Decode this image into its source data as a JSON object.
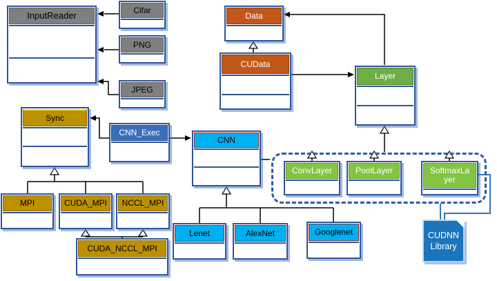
{
  "classes": {
    "input_reader": {
      "label": "InputReader",
      "header_color": "#7F7F7F",
      "text_color": "#000000"
    },
    "cifar": {
      "label": "Cifar",
      "header_color": "#7F7F7F",
      "text_color": "#000000"
    },
    "png": {
      "label": "PNG",
      "header_color": "#7F7F7F",
      "text_color": "#000000"
    },
    "jpeg": {
      "label": "JPEG",
      "header_color": "#7F7F7F",
      "text_color": "#000000"
    },
    "data": {
      "label": "Data",
      "header_color": "#C2571A",
      "text_color": "#ffffff"
    },
    "cudata": {
      "label": "CUData",
      "header_color": "#C2571A",
      "text_color": "#ffffff"
    },
    "layer": {
      "label": "Layer",
      "header_color": "#6FAD46",
      "text_color": "#ffffff"
    },
    "sync": {
      "label": "Sync",
      "header_color": "#BD9000",
      "text_color": "#000000"
    },
    "cnn_exec": {
      "label": "CNN_Exec",
      "header_color": "#3A6FB8",
      "text_color": "#ffffff"
    },
    "cnn": {
      "label": "CNN",
      "header_color": "#00B0F0",
      "text_color": "#000000"
    },
    "convlayer": {
      "label": "ConvLayer",
      "header_color": "#84C441",
      "text_color": "#ffffff"
    },
    "poollayer": {
      "label": "PoolLayer",
      "header_color": "#84C441",
      "text_color": "#ffffff"
    },
    "softmaxlayer": {
      "label": "SoftmaxLayer",
      "header_color": "#84C441",
      "text_color": "#ffffff"
    },
    "mpi": {
      "label": "MPI",
      "header_color": "#BD9000",
      "text_color": "#000000"
    },
    "cuda_mpi": {
      "label": "CUDA_MPI",
      "header_color": "#BD9000",
      "text_color": "#000000"
    },
    "nccl_mpi": {
      "label": "NCCL_MPI",
      "header_color": "#BD9000",
      "text_color": "#000000"
    },
    "cuda_nccl_mpi": {
      "label": "CUDA_NCCL_MPI",
      "header_color": "#BD9000",
      "text_color": "#000000"
    },
    "lenet": {
      "label": "Lenet",
      "header_color": "#00B0F0",
      "text_color": "#000000"
    },
    "alexnet": {
      "label": "AlexNet",
      "header_color": "#00B0F0",
      "text_color": "#000000"
    },
    "googlenet": {
      "label": "Googlenet",
      "header_color": "#00B0F0",
      "text_color": "#000000"
    },
    "cudnn_library": {
      "label": "CUDNN Library",
      "header_color": "#1B75BC",
      "text_color": "#ffffff"
    }
  },
  "layer_group": {
    "members": [
      "ConvLayer",
      "PoolLayer",
      "SoftmaxLayer"
    ],
    "border_style": "dashed"
  },
  "relationships": [
    {
      "from": "Cifar",
      "to": "InputReader",
      "type": "association"
    },
    {
      "from": "PNG",
      "to": "InputReader",
      "type": "association"
    },
    {
      "from": "JPEG",
      "to": "InputReader",
      "type": "association"
    },
    {
      "from": "CUData",
      "to": "Data",
      "type": "inheritance"
    },
    {
      "from": "Layer",
      "to": "Data",
      "type": "association"
    },
    {
      "from": "CUData",
      "to": "Layer",
      "type": "association"
    },
    {
      "from": "CNN_Exec",
      "to": "Sync",
      "type": "association"
    },
    {
      "from": "CNN_Exec",
      "to": "CNN",
      "type": "association"
    },
    {
      "from": "CNN",
      "to": "layer_group",
      "type": "association"
    },
    {
      "from": "ConvLayer",
      "to": "Layer",
      "type": "inheritance"
    },
    {
      "from": "PoolLayer",
      "to": "Layer",
      "type": "inheritance"
    },
    {
      "from": "SoftmaxLayer",
      "to": "Layer",
      "type": "inheritance"
    },
    {
      "from": "Lenet",
      "to": "CNN",
      "type": "inheritance"
    },
    {
      "from": "AlexNet",
      "to": "CNN",
      "type": "inheritance"
    },
    {
      "from": "Googlenet",
      "to": "CNN",
      "type": "inheritance"
    },
    {
      "from": "MPI",
      "to": "Sync",
      "type": "inheritance"
    },
    {
      "from": "CUDA_MPI",
      "to": "Sync",
      "type": "inheritance"
    },
    {
      "from": "NCCL_MPI",
      "to": "Sync",
      "type": "inheritance"
    },
    {
      "from": "CUDA_NCCL_MPI",
      "to": "CUDA_MPI",
      "type": "inheritance"
    },
    {
      "from": "CUDA_NCCL_MPI",
      "to": "NCCL_MPI",
      "type": "inheritance"
    },
    {
      "from": "layer_group",
      "to": "CUDNN Library",
      "type": "association"
    }
  ],
  "colors": {
    "box_border": "#2F5597",
    "box_shadow": "rgba(68,114,196,0.5)",
    "cyan_header_border": "#8F2F2F",
    "sync_top_edge": "#F1E52A",
    "black_connector": "#000000",
    "blue_connector": "#2E75B6",
    "dashed_group_border": "#2E5AA0"
  }
}
